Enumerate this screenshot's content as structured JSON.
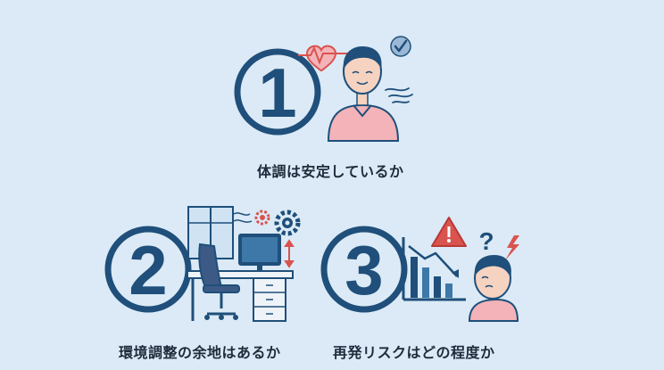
{
  "items": [
    {
      "number": "1",
      "caption": "体調は安定しているか"
    },
    {
      "number": "2",
      "caption": "環境調整の余地はあるか"
    },
    {
      "number": "3",
      "caption": "再発リスクはどの程度か"
    }
  ],
  "colors": {
    "background": "#dbeaf6",
    "navy": "#1f4f7a",
    "accent_red": "#d9534f",
    "skin": "#f6d3c0",
    "shirt_pink": "#f3b3b8"
  },
  "icons": [
    "heart-pulse-icon",
    "checkmark-icon",
    "breath-icon",
    "window-icon",
    "gear-icon",
    "chair-icon",
    "desk-icon",
    "monitor-icon",
    "height-adjust-icon",
    "warning-icon",
    "question-icon",
    "lightning-icon",
    "declining-chart-icon"
  ]
}
